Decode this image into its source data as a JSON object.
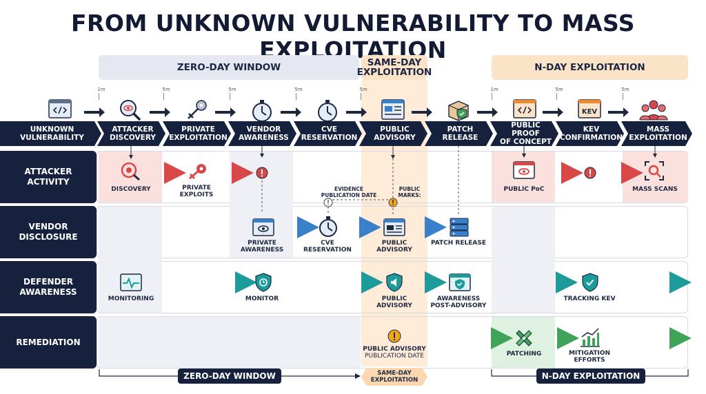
{
  "title": "FROM UNKNOWN VULNERABILITY TO MASS EXPLOITATION",
  "bands": {
    "zero_day": "ZERO-DAY WINDOW",
    "same_day": "SAME-DAY\nEXPLOITATION",
    "n_day": "N-DAY EXPLOITATION"
  },
  "ticks": [
    "1m",
    "5m",
    "5m",
    "5m",
    "5m",
    "1m",
    "5m",
    "5m"
  ],
  "timeline": [
    {
      "label": "UNKNOWN\nVULNERABILITY",
      "icon": "code-window-icon"
    },
    {
      "label": "ATTACKER\nDISCOVERY",
      "icon": "magnifier-eye-icon"
    },
    {
      "label": "PRIVATE\nEXPLOITATION",
      "icon": "key-icon"
    },
    {
      "label": "VENDOR\nAWARENESS",
      "icon": "stopwatch-icon"
    },
    {
      "label": "CVE\nRESERVATION",
      "icon": "stopwatch-icon"
    },
    {
      "label": "PUBLIC\nADVISORY",
      "icon": "advisory-window-icon"
    },
    {
      "label": "PATCH\nRELEASE",
      "icon": "package-shield-icon"
    },
    {
      "label": "PUBLIC PROOF\nOF CONCEPT",
      "icon": "code-window-icon"
    },
    {
      "label": "KEV\nCONFIRMATION",
      "icon": "kev-window-icon"
    },
    {
      "label": "MASS\nEXPLOITATION",
      "icon": "crowd-icon"
    }
  ],
  "kev_text": "KEV",
  "rows": [
    {
      "label": "ATTACKER\nACTIVITY"
    },
    {
      "label": "VENDOR\nDISCLOSURE"
    },
    {
      "label": "DEFENDER\nAWARENESS"
    },
    {
      "label": "REMEDIATION"
    }
  ],
  "attacker": {
    "discovery": "DISCOVERY",
    "private_exploits": "PRIVATE\nEXPLOITS",
    "public_poc": "PUBLIC PoC",
    "mass_scans": "MASS SCANS"
  },
  "markers": {
    "evidence": "EVIDENCE\nPUBLICATION DATE",
    "public_marks": "PUBLIC\nMARKS:"
  },
  "vendor": {
    "private_awareness": "PRIVATE\nAWARENESS",
    "cve_reservation": "CVE\nRESERVATION",
    "public_advisory": "PUBLIC\nADVISORY",
    "patch_release": "PATCH RELEASE"
  },
  "defender": {
    "monitoring": "MONITORING",
    "monitor": "MONITOR",
    "public_advisory": "PUBLIC\nADVISORY",
    "awareness_post": "AWARENESS\nPOST-ADVISORY",
    "tracking_kev": "TRACKING KEV"
  },
  "remediation": {
    "advisory_date_1": "PUBLIC ADVISORY",
    "advisory_date_2": "PUBLICATION DATE",
    "patching": "PATCHING",
    "mitigation": "MITIGATION\nEFFORTS"
  },
  "bottom": {
    "zero_day": "ZERO-DAY WINDOW",
    "same_day": "SAME-DAY\nEXPLOITATION",
    "n_day": "N-DAY EXPLOITATION"
  },
  "colors": {
    "navy": "#16213d",
    "red": "#d94848",
    "blue": "#3a7fc9",
    "teal": "#1d9a9a",
    "green": "#3fa35a",
    "orange_band": "#fbe3c8",
    "zero_band": "#e5e8f0"
  }
}
